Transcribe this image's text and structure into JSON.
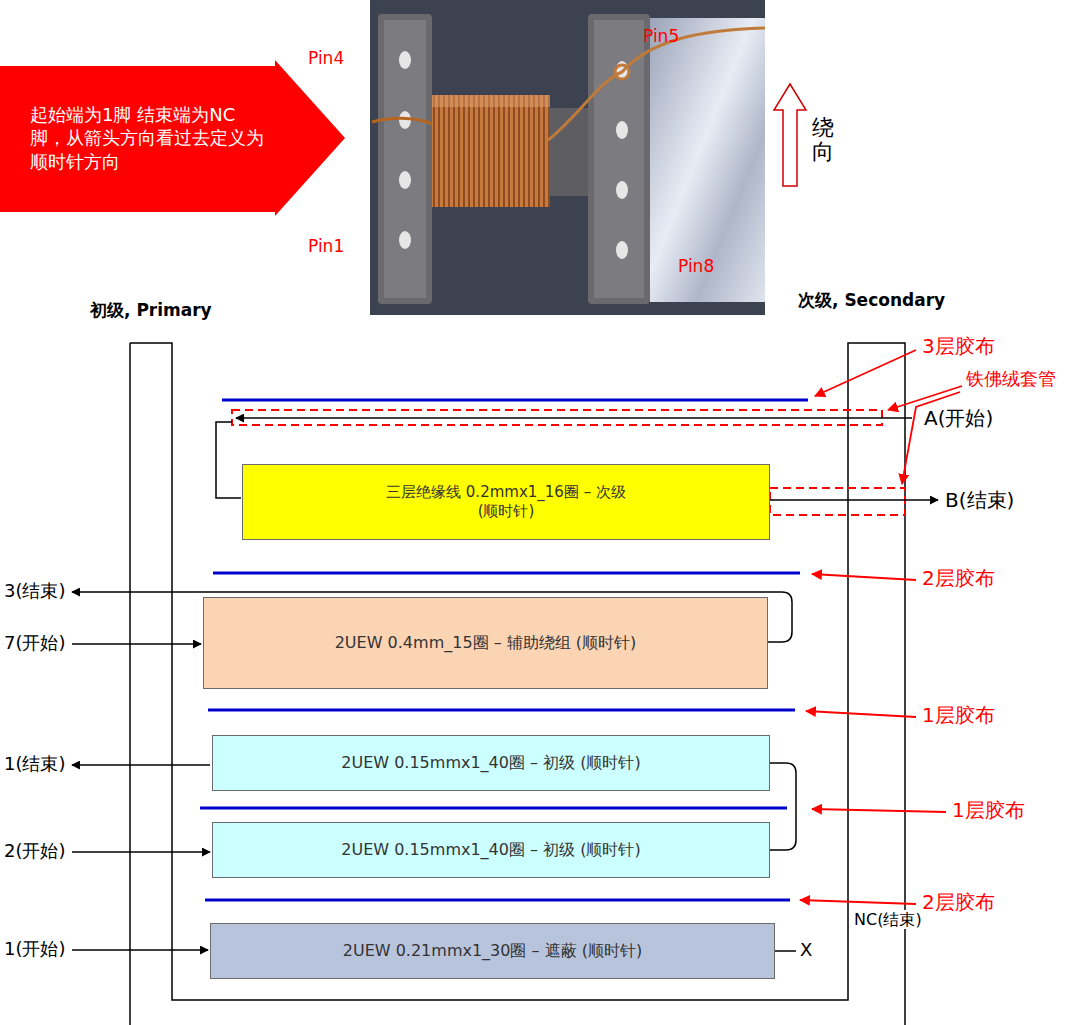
{
  "diagram": {
    "nodes": [
      {
        "text": [
          "起始端为1脚 结束端为NC脚，从箭头方向看过去定义为顺时针方向"
        ]
      },
      {
        "text": [
          "三层绝缘线 0.2mmx1_16圈 – 次级 (顺时针)"
        ]
      },
      {
        "text": [
          "2UEW 0.4mm_15圈 – 辅助绕组 (顺时针)"
        ]
      },
      {
        "text": [
          "2UEW 0.15mmx1_40圈 – 初级 (顺时针)"
        ]
      },
      {
        "text": [
          "2UEW 0.15mmx1_40圈 – 初级 (顺时针)"
        ]
      },
      {
        "text": [
          "2UEW 0.21mmx1_30圈 – 遮蔽 (顺时针)"
        ]
      }
    ],
    "edges": [
      {
        "from": 4,
        "to": 3,
        "arrow": "none"
      }
    ],
    "labels": [
      "Pin4",
      "Pin5",
      "Pin1",
      "Pin8",
      "绕向",
      "初级, Primary",
      "次级, Secondary",
      "3层胶布",
      "铁佛绒套管",
      "A(开始)",
      "B(结束)",
      "3(结束)",
      "7(开始)",
      "2层胶布",
      "1层胶布",
      "1(结束)",
      "1层胶布",
      "2(开始)",
      "2层胶布",
      "NC(结束)",
      "X",
      "1(开始)"
    ]
  }
}
